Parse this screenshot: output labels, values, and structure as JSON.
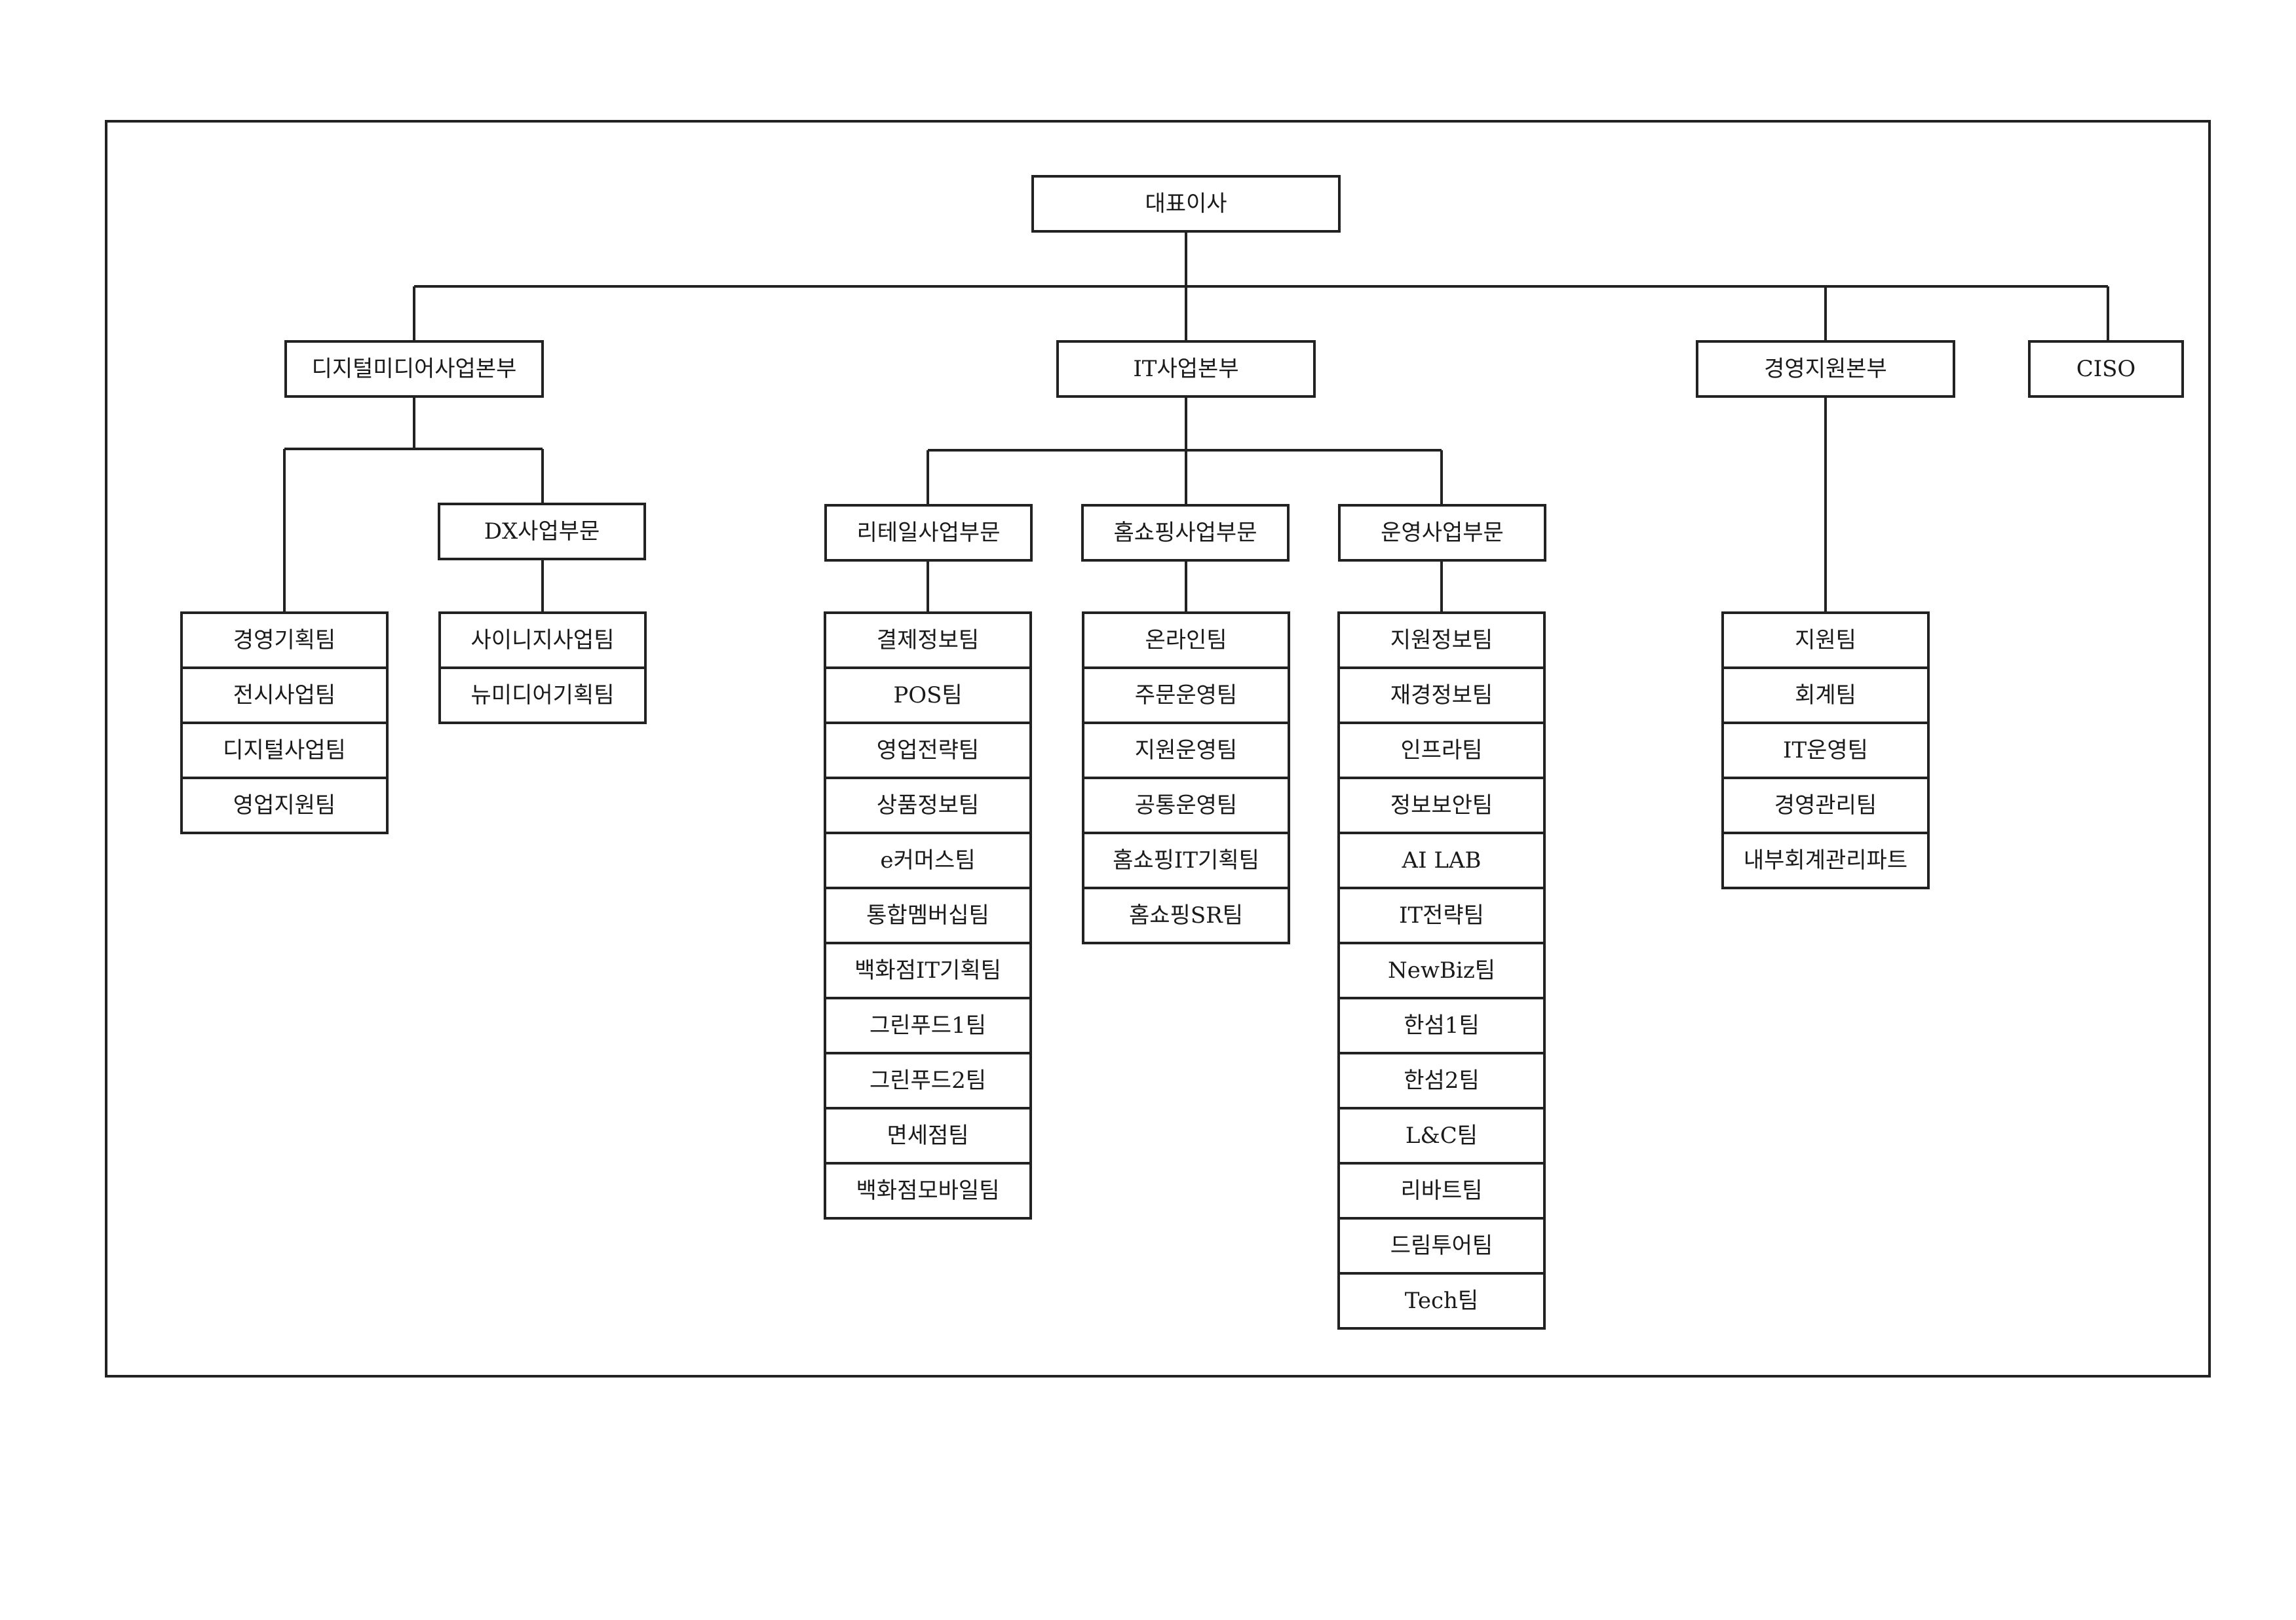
{
  "org": {
    "ceo": "대표이사",
    "divisions": {
      "digital": "디지털미디어사업본부",
      "it": "IT사업본부",
      "management": "경영지원본부",
      "ciso": "CISO"
    },
    "sections": {
      "dx": "DX사업부문",
      "retail": "리테일사업부문",
      "homeshopping": "홈쇼핑사업부문",
      "operation": "운영사업부문"
    },
    "teams": {
      "digital": [
        "경영기획팀",
        "전시사업팀",
        "디지털사업팀",
        "영업지원팀"
      ],
      "dx": [
        "사이니지사업팀",
        "뉴미디어기획팀"
      ],
      "retail": [
        "결제정보팀",
        "POS팀",
        "영업전략팀",
        "상품정보팀",
        "e커머스팀",
        "통합멤버십팀",
        "백화점IT기획팀",
        "그린푸드1팀",
        "그린푸드2팀",
        "면세점팀",
        "백화점모바일팀"
      ],
      "homeshopping": [
        "온라인팀",
        "주문운영팀",
        "지원운영팀",
        "공통운영팀",
        "홈쇼핑IT기획팀",
        "홈쇼핑SR팀"
      ],
      "operation": [
        "지원정보팀",
        "재경정보팀",
        "인프라팀",
        "정보보안팀",
        "AI LAB",
        "IT전략팀",
        "NewBiz팀",
        "한섬1팀",
        "한섬2팀",
        "L&C팀",
        "리바트팀",
        "드림투어팀",
        "Tech팀"
      ],
      "management": [
        "지원팀",
        "회계팀",
        "IT운영팀",
        "경영관리팀",
        "내부회계관리파트"
      ]
    }
  }
}
